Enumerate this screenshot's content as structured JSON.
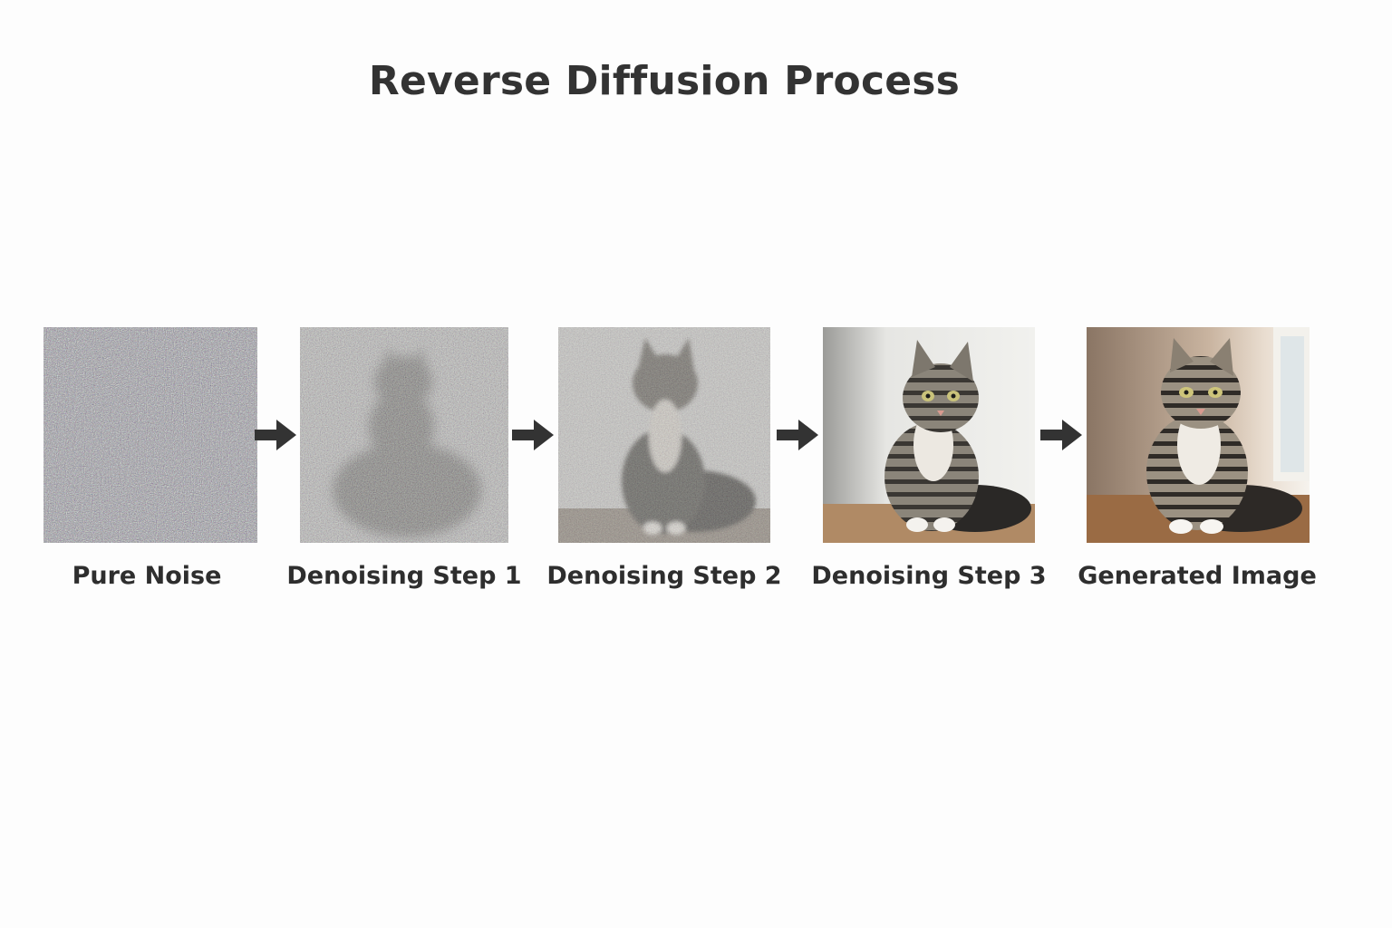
{
  "diagram": {
    "title": "Reverse Diffusion Process",
    "stages": [
      {
        "label": "Pure Noise",
        "icon": "noise-image"
      },
      {
        "label": "Denoising Step 1",
        "icon": "noisy-cat-image"
      },
      {
        "label": "Denoising Step 2",
        "icon": "partially-denoised-cat-image"
      },
      {
        "label": "Denoising Step 3",
        "icon": "mostly-denoised-cat-image"
      },
      {
        "label": "Generated Image",
        "icon": "tabby-cat-image"
      }
    ],
    "arrow_icon": "arrow-right-icon",
    "colors": {
      "text": "#2e2e2e",
      "arrow": "#333333"
    }
  }
}
